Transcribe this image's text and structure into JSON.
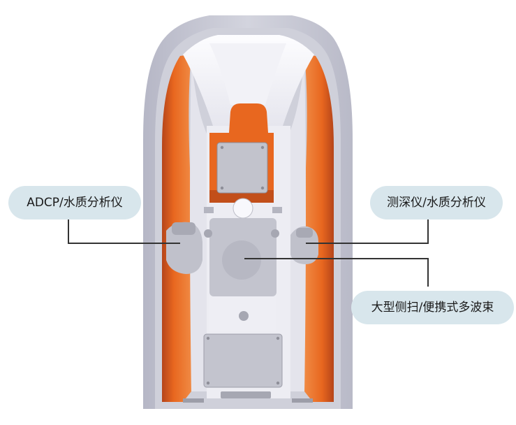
{
  "labels": {
    "adcp": "ADCP/水质分析仪",
    "depth_sounder": "测深仪/水质分析仪",
    "multibeam": "大型侧扫/便携式多波束"
  },
  "colors": {
    "hull_outer": "#c9cad6",
    "hull_inner_light": "#ececf2",
    "orange": "#e8671f",
    "orange_dark": "#b8491a",
    "deck_white": "#f7f7fb",
    "component_grey": "#c2c3cc",
    "label_bg": "#d8e6ec",
    "leader_line": "#333333"
  }
}
